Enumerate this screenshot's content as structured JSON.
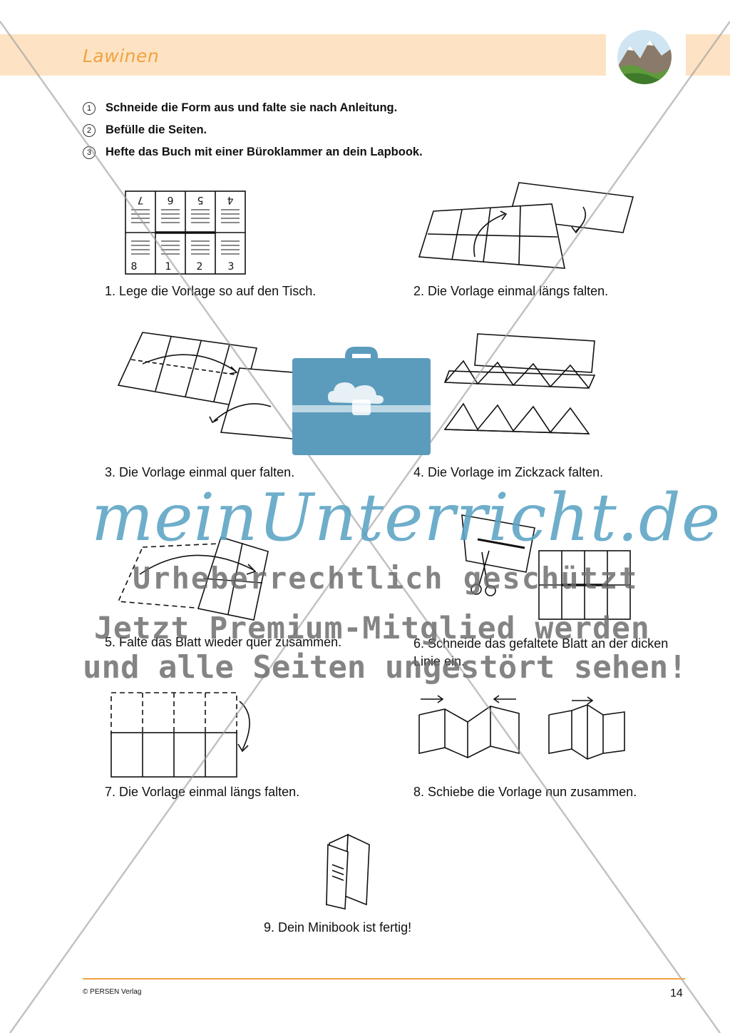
{
  "header": {
    "title": "Lawinen"
  },
  "instructions": [
    {
      "num": "1",
      "text": "Schneide die Form aus und falte sie nach Anleitung."
    },
    {
      "num": "2",
      "text": "Befülle die Seiten."
    },
    {
      "num": "3",
      "text": "Hefte das Buch mit einer Büroklammer an dein Lapbook."
    }
  ],
  "steps": [
    {
      "caption": "1. Lege die Vorlage so auf den Tisch."
    },
    {
      "caption": "2. Die Vorlage einmal längs falten."
    },
    {
      "caption": "3. Die Vorlage einmal quer falten."
    },
    {
      "caption": "4. Die Vorlage im Zickzack falten."
    },
    {
      "caption": "5. Falte das Blatt wieder quer zusammen."
    },
    {
      "caption": "6. Schneide das gefaltete Blatt an der dicken Linie ein."
    },
    {
      "caption": "7. Die Vorlage einmal längs falten."
    },
    {
      "caption": "8. Schiebe die Vorlage nun zusammen."
    },
    {
      "caption": "9. Dein Minibook ist fertig!"
    }
  ],
  "page_numbers": {
    "top": [
      "7",
      "6",
      "5",
      "4"
    ],
    "bottom": [
      "8",
      "1",
      "2",
      "3"
    ]
  },
  "watermark": {
    "brand": "meinUnterricht.de",
    "line1": "Urheberrechtlich geschützt",
    "line2": "Jetzt Premium-Mitglied werden",
    "line3": "und alle Seiten ungestört sehen!"
  },
  "footer": {
    "copyright": "© PERSEN Verlag",
    "page_number": "14"
  },
  "colors": {
    "header_band": "#fde3c3",
    "title": "#f0a341",
    "accent_line": "#f0a341",
    "brand": "#5ba3c4",
    "bag": "#5b9cbd"
  },
  "icons": [
    "mountain-logo-icon",
    "briefcase-cloud-icon",
    "scissors-icon"
  ]
}
